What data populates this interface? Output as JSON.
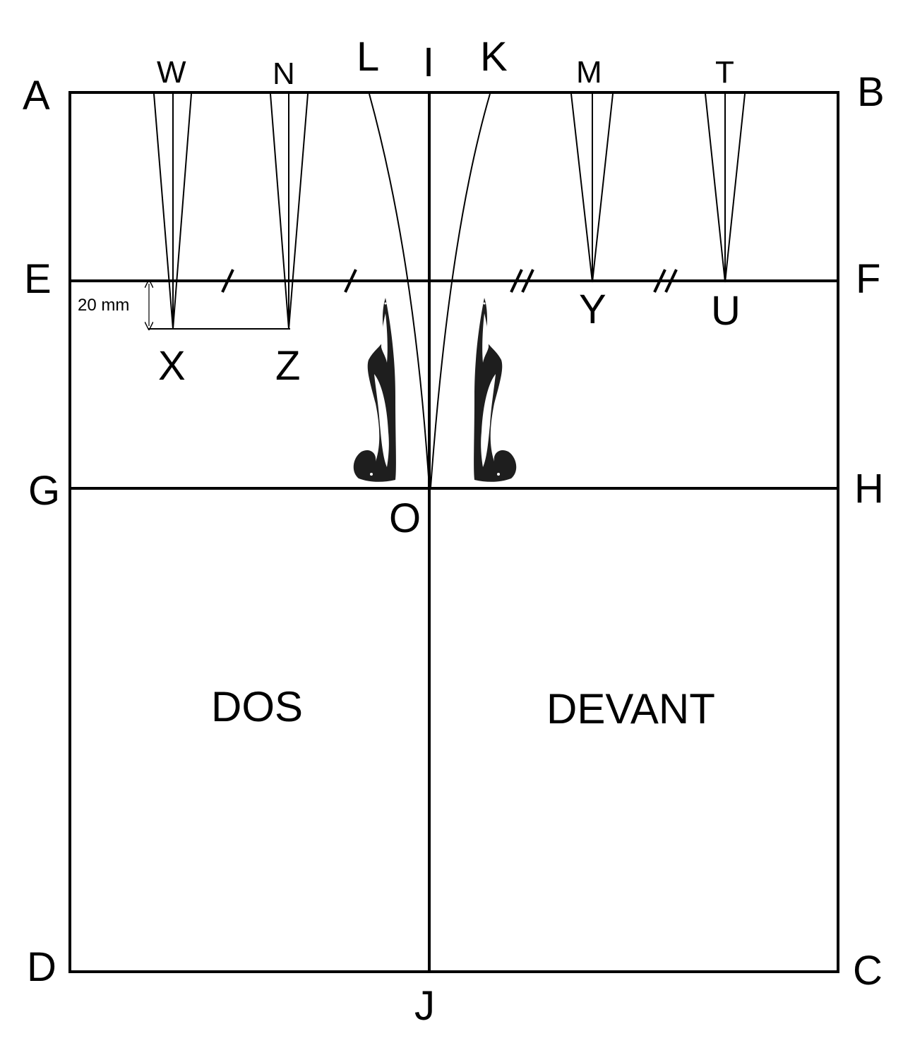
{
  "diagram": {
    "corner_labels": {
      "A": "A",
      "B": "B",
      "C": "C",
      "D": "D"
    },
    "side_labels": {
      "E": "E",
      "F": "F",
      "G": "G",
      "H": "H"
    },
    "top_labels": {
      "W": "W",
      "N": "N",
      "L": "L",
      "I": "I",
      "K": "K",
      "M": "M",
      "T": "T"
    },
    "waist_labels": {
      "X": "X",
      "Z": "Z",
      "Y": "Y",
      "U": "U"
    },
    "center_labels": {
      "O": "O",
      "J": "J"
    },
    "panels": {
      "back": "DOS",
      "front": "DEVANT"
    },
    "dimension": {
      "label": "20 mm"
    },
    "icons": [
      "french-curve-ruler-icon",
      "french-curve-ruler-icon"
    ]
  }
}
